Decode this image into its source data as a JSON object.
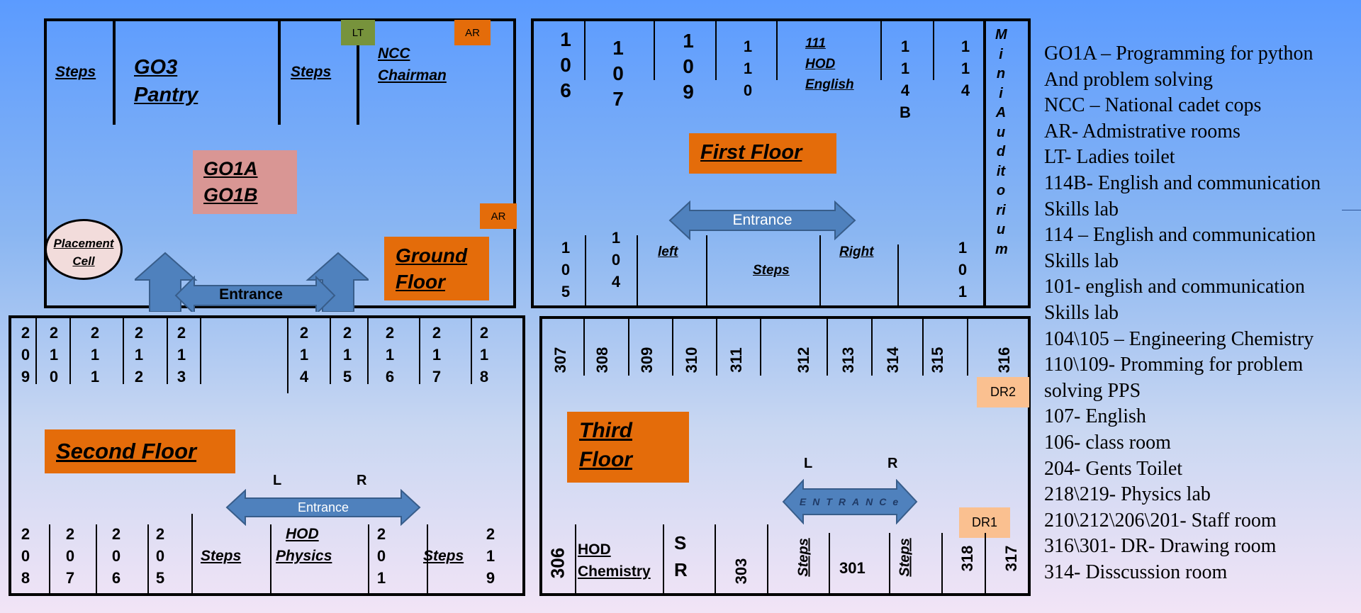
{
  "ground_floor": {
    "title_line1": "Ground",
    "title_line2": "Floor",
    "steps_left": "Steps",
    "go3_line1": "GO3",
    "go3_line2": "Pantry",
    "steps_mid": "Steps",
    "lt": "LT",
    "ar_top": "AR",
    "ncc_line1": "NCC",
    "ncc_line2": "Chairman",
    "go1a": "GO1A",
    "go1b": "GO1B",
    "ar_right": "AR",
    "placement_line1": "Placement",
    "placement_line2": "Cell",
    "entrance": "Entrance"
  },
  "first_floor": {
    "title": "First Floor",
    "top_rooms": [
      "106",
      "107",
      "109",
      "110"
    ],
    "hod_line1": "111",
    "hod_line2": "HOD",
    "hod_line3": "English",
    "room_114b": "114B",
    "room_114": "114",
    "mini_auditorium": "MiniAuditorium",
    "entrance": "Entrance",
    "bottom_105": "105",
    "bottom_104": "104",
    "left": "left",
    "steps": "Steps",
    "right": "Right",
    "bottom_101": "101"
  },
  "second_floor": {
    "title": "Second Floor",
    "top_rooms_left": [
      "209",
      "210",
      "211",
      "212",
      "213"
    ],
    "top_rooms_right": [
      "214",
      "215",
      "216",
      "217",
      "218"
    ],
    "l": "L",
    "r": "R",
    "entrance": "Entrance",
    "bottom_rooms": [
      "208",
      "207",
      "206",
      "205"
    ],
    "steps_left": "Steps",
    "hod_line1": "HOD",
    "hod_line2": "Physics",
    "room_201": "201",
    "steps_right": "Steps",
    "room_219": "219"
  },
  "third_floor": {
    "title_line1": "Third",
    "title_line2": "Floor",
    "top_rooms": [
      "307",
      "308",
      "309",
      "310",
      "311",
      "312",
      "313",
      "314",
      "315",
      "316"
    ],
    "dr2": "DR2",
    "dr1": "DR1",
    "l": "L",
    "r": "R",
    "entrance": "ENTRANCe",
    "room_306": "306",
    "hod_line1": "HOD",
    "hod_line2": "Chemistry",
    "sr_s": "S",
    "sr_r": "R",
    "room_303": "303",
    "steps_left": "Steps",
    "room_301": "301",
    "steps_right": "Steps",
    "room_318": "318",
    "room_317": "317"
  },
  "legend": [
    "GO1A – Programming for python",
    "And problem solving",
    "NCC – National cadet cops",
    "AR- Admistrative rooms",
    "LT- Ladies toilet",
    "114B- English and communication",
    "Skills  lab",
    "114 – English and communication",
    "Skills lab",
    "101- english and communication",
    "Skills lab",
    "104\\105 – Engineering Chemistry",
    "110\\109- Promming for problem",
    "solving PPS",
    "107- English",
    "106- class room",
    "204- Gents Toilet",
    "218\\219- Physics lab",
    "210\\212\\206\\201- Staff room",
    "316\\301- DR- Drawing room",
    "314- Disscussion room"
  ],
  "colors": {
    "orange": "#e46c0a",
    "arrow_blue": "#4f81bd",
    "go1_pink": "#d99694",
    "lt_green": "#77933c",
    "dr_peach": "#fac090",
    "placement_fill": "#f2dcdb"
  }
}
